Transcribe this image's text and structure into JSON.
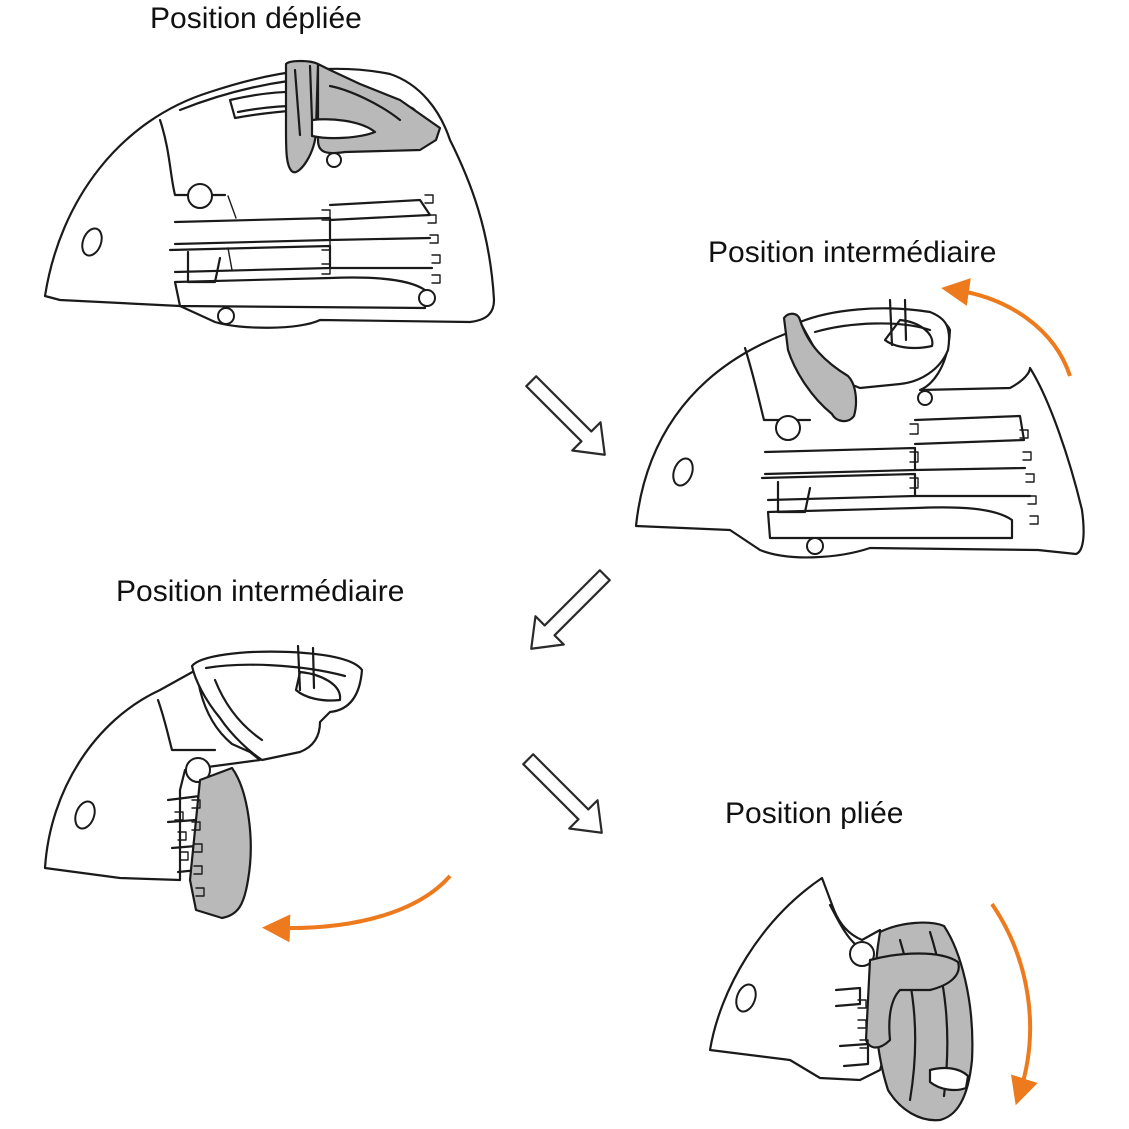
{
  "labels": {
    "unfolded": "Position dépliée",
    "intermediate_1": "Position intermédiaire",
    "intermediate_2": "Position intermédiaire",
    "folded": "Position pliée"
  },
  "colors": {
    "accent_arrow": "#ee7a1e",
    "part_grey": "#b9b9b9",
    "line": "#1a1a1a",
    "background": "#ffffff"
  },
  "icons": {
    "step_arrow": "hollow-arrow-icon",
    "motion_arrow": "curved-orange-arrow-icon"
  }
}
